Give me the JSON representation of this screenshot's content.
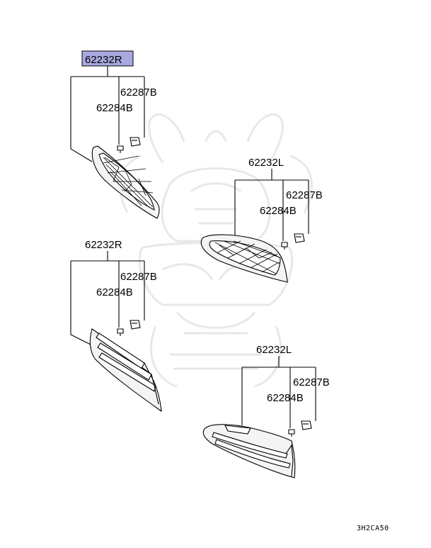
{
  "diagram": {
    "selected_part": {
      "number": "62232R",
      "highlight_color": "#a9a9e0"
    },
    "callouts": [
      {
        "id": "g1",
        "main": "62232R",
        "screw": "62287B",
        "clip": "62284B",
        "part_type": "mesh-grille"
      },
      {
        "id": "g2",
        "main": "62232L",
        "screw": "62287B",
        "clip": "62284B",
        "part_type": "mesh-grille"
      },
      {
        "id": "g3",
        "main": "62232R",
        "screw": "62287B",
        "clip": "62284B",
        "part_type": "slat-grille"
      },
      {
        "id": "g4",
        "main": "62232L",
        "screw": "62287B",
        "clip": "62284B",
        "part_type": "slat-grille"
      }
    ],
    "drawing_code": "3H2CA50",
    "watermark": "samurai-helmet-icon"
  }
}
